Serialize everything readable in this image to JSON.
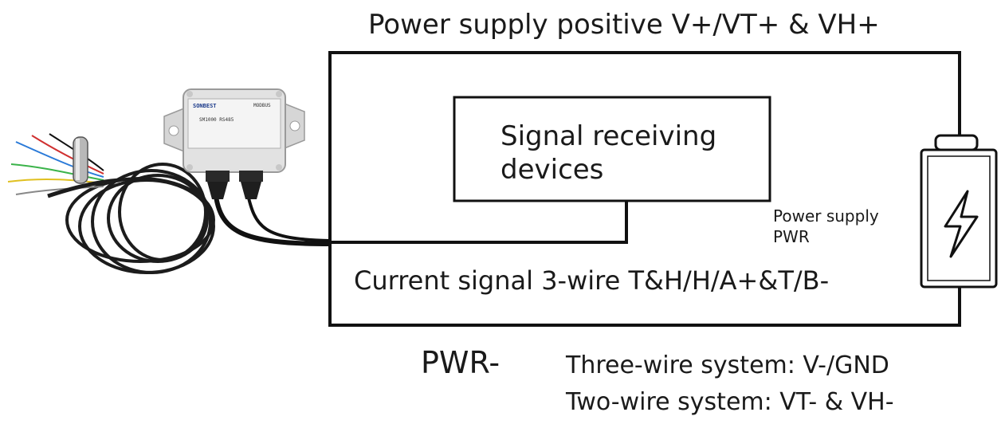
{
  "labels": {
    "power_positive": "Power supply positive V+/VT+ & VH+",
    "receiver_line1": "Signal receiving",
    "receiver_line2": "devices",
    "psu_line1": "Power supply",
    "psu_line2": "PWR",
    "signal": "Current signal 3-wire T&H/H/A+&T/B-",
    "pwr_minus": "PWR-",
    "three_wire": "Three-wire system: V-/GND",
    "two_wire": "Two-wire system: VT- & VH-"
  },
  "device_plate": {
    "brand": "SONBEST",
    "protocol": "MODBUS",
    "model": "SM1000  RS485"
  },
  "icons": {
    "battery": "battery-icon",
    "lightning": "lightning-bolt-icon",
    "device": "sensor-module-icon",
    "probe": "temperature-probe-icon"
  },
  "colors": {
    "line": "#111111",
    "enclosure": "#dedede",
    "cable": "#1c1c1c"
  }
}
